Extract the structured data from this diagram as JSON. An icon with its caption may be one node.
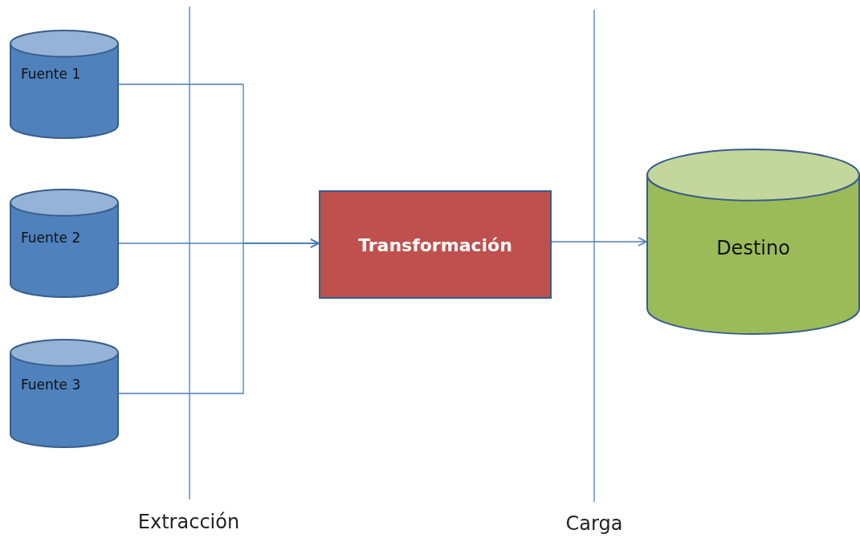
{
  "diagram": {
    "nodes": [
      {
        "text": [
          "Fuente 1"
        ]
      },
      {
        "text": [
          "Fuente 2"
        ]
      },
      {
        "text": [
          "Fuente 3"
        ]
      },
      {
        "text": [
          "Transformación"
        ]
      },
      {
        "text": [
          "Destino"
        ]
      }
    ],
    "edges": [
      {
        "from": 0,
        "to": 3,
        "arrow": "to"
      },
      {
        "from": 1,
        "to": 3,
        "arrow": "to"
      },
      {
        "from": 2,
        "to": 3,
        "arrow": "to"
      },
      {
        "from": 3,
        "to": 4,
        "arrow": "to"
      }
    ],
    "labels": [
      "Extracción",
      "Carga"
    ]
  }
}
